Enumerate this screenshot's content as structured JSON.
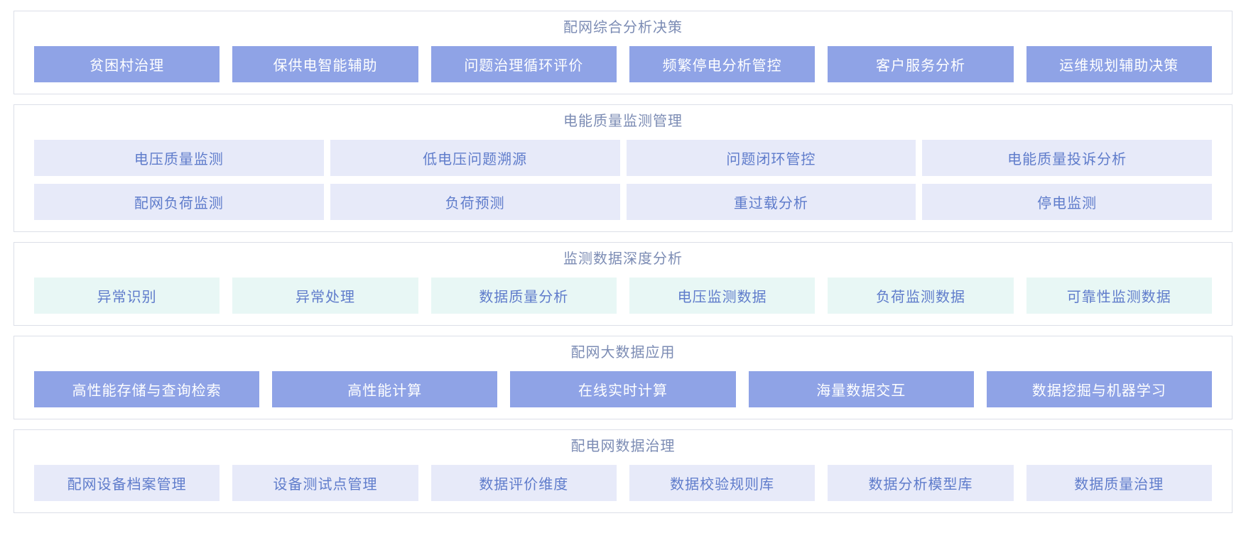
{
  "colors": {
    "solid_tile_bg": "#8fa3e6",
    "solid_tile_text": "#ffffff",
    "lavender_tile_bg": "#e7eaf9",
    "mint_tile_bg": "#e8f7f5",
    "light_tile_text": "#5f7ccb",
    "section_title_text": "#7c8cb4",
    "panel_border": "#dcdfe8",
    "page_bg": "#ffffff"
  },
  "sections": [
    {
      "title": "配网综合分析决策",
      "theme": "solid",
      "rows": [
        [
          "贫困村治理",
          "保供电智能辅助",
          "问题治理循环评价",
          "频繁停电分析管控",
          "客户服务分析",
          "运维规划辅助决策"
        ]
      ]
    },
    {
      "title": "电能质量监测管理",
      "theme": "lavender",
      "dense": true,
      "rows": [
        [
          "电压质量监测",
          "低电压问题溯源",
          "问题闭环管控",
          "电能质量投诉分析"
        ],
        [
          "配网负荷监测",
          "负荷预测",
          "重过载分析",
          "停电监测"
        ]
      ]
    },
    {
      "title": "监测数据深度分析",
      "theme": "mint",
      "rows": [
        [
          "异常识别",
          "异常处理",
          "数据质量分析",
          "电压监测数据",
          "负荷监测数据",
          "可靠性监测数据"
        ]
      ]
    },
    {
      "title": "配网大数据应用",
      "theme": "solid",
      "rows": [
        [
          "高性能存储与查询检索",
          "高性能计算",
          "在线实时计算",
          "海量数据交互",
          "数据挖掘与机器学习"
        ]
      ]
    },
    {
      "title": "配电网数据治理",
      "theme": "lavender",
      "rows": [
        [
          "配网设备档案管理",
          "设备测试点管理",
          "数据评价维度",
          "数据校验规则库",
          "数据分析模型库",
          "数据质量治理"
        ]
      ]
    }
  ]
}
